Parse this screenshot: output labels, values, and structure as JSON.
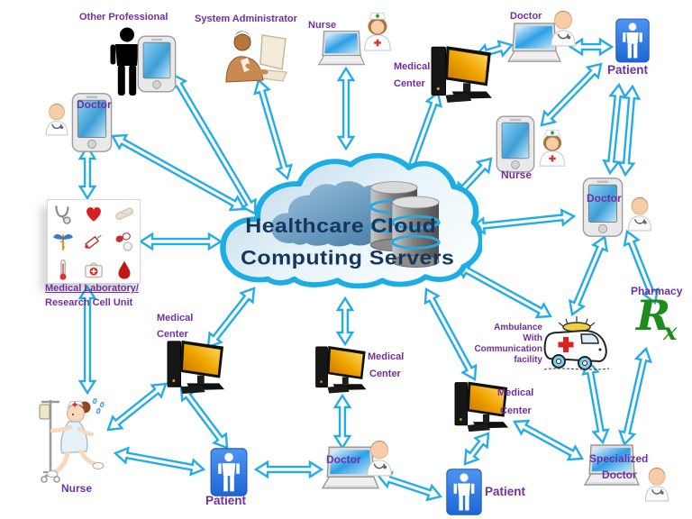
{
  "colors": {
    "arrow_cyan": "#24ACE6",
    "label_purple": "#7030A0",
    "title_navy": "#17365D",
    "patient_sign_blue": "#2E7FE3",
    "rx_green": "#1C8C1C",
    "monitor_orange": "#F0A500",
    "cloud_border": "#1CADE4"
  },
  "nodes": {
    "cloud": {
      "line1": "Healthcare  Cloud",
      "line2": "Computing Servers"
    },
    "other_professional": {
      "label": "Other Professional"
    },
    "system_administrator": {
      "label": "System Administrator"
    },
    "nurse_top": {
      "label": "Nurse"
    },
    "medical_center_top": {
      "line1": "Medical",
      "line2": "Center"
    },
    "doctor_top": {
      "label": "Doctor"
    },
    "patient_top": {
      "label": "Patient"
    },
    "nurse_right": {
      "label": "Nurse"
    },
    "doctor_right": {
      "label": "Doctor"
    },
    "pharmacy": {
      "label": "Pharmacy",
      "symbol_r": "R",
      "symbol_x": "x"
    },
    "ambulance": {
      "line1": "Ambulance",
      "line2": "With",
      "line3": "Communication",
      "line4": "facility"
    },
    "specialized_doctor": {
      "line1": "Specialized",
      "line2": "Doctor"
    },
    "medical_center_right": {
      "line1": "Medical",
      "line2": "Center"
    },
    "patient_bottom_right": {
      "label": "Patient"
    },
    "doctor_bottom": {
      "label": "Doctor"
    },
    "medical_center_mid": {
      "line1": "Medical",
      "line2": "Center"
    },
    "medical_center_left": {
      "line1": "Medical",
      "line2": "Center"
    },
    "patient_bottom_left": {
      "label": "Patient"
    },
    "nurse_bottom": {
      "label": "Nurse"
    },
    "medical_lab": {
      "line1": "Medical Laboratory/",
      "line2": "Research Cell Unit"
    },
    "doctor_left": {
      "label": "Doctor"
    }
  },
  "diagram": {
    "arrow_style": {
      "stroke": "#24ACE6",
      "fill": "#FFFFFF",
      "stroke_width": 2.4,
      "shaft_half": 2.9,
      "head_half": 8.2,
      "head_len": 13
    },
    "connections": [
      {
        "from": "doctor_left",
        "to": "medical_lab",
        "pts": [
          97,
          163,
          97,
          220
        ]
      },
      {
        "from": "doctor_left",
        "to": "cloud",
        "pts": [
          125,
          151,
          271,
          232
        ]
      },
      {
        "from": "other_professional",
        "to": "cloud",
        "pts": [
          192,
          83,
          283,
          237
        ]
      },
      {
        "from": "system_administrator",
        "to": "cloud",
        "pts": [
          287,
          89,
          319,
          198
        ]
      },
      {
        "from": "medical_lab",
        "to": "cloud",
        "pts": [
          156,
          268,
          245,
          268
        ]
      },
      {
        "from": "nurse_top",
        "to": "cloud",
        "pts": [
          384,
          76,
          384,
          165
        ]
      },
      {
        "from": "medical_center_top",
        "to": "cloud",
        "pts": [
          486,
          103,
          452,
          197
        ]
      },
      {
        "from": "medical_center_top",
        "to": "doctor_top",
        "pts": [
          528,
          62,
          568,
          50
        ]
      },
      {
        "from": "doctor_top",
        "to": "patient_top",
        "pts": [
          633,
          52,
          679,
          52
        ]
      },
      {
        "from": "patient_top",
        "to": "nurse_right",
        "pts": [
          667,
          71,
          601,
          139
        ]
      },
      {
        "from": "patient_top",
        "to": "doctor_right",
        "pts": [
          687,
          94,
          677,
          192
        ]
      },
      {
        "from": "patient_top",
        "to": "doctor_right",
        "pts": [
          702,
          96,
          694,
          194
        ]
      },
      {
        "from": "cloud",
        "to": "nurse_right",
        "pts": [
          506,
          218,
          545,
          176
        ]
      },
      {
        "from": "cloud",
        "to": "doctor_right",
        "pts": [
          524,
          252,
          637,
          240
        ]
      },
      {
        "from": "medical_lab",
        "to": "nurse_bottom",
        "pts": [
          97,
          318,
          97,
          436
        ]
      },
      {
        "from": "cloud",
        "to": "medical_center_left",
        "pts": [
          282,
          320,
          231,
          385
        ]
      },
      {
        "from": "nurse_bottom",
        "to": "medical_center_left",
        "pts": [
          120,
          477,
          184,
          426
        ]
      },
      {
        "from": "nurse_bottom",
        "to": "patient_bottom_left",
        "pts": [
          128,
          503,
          226,
          521
        ]
      },
      {
        "from": "medical_center_left",
        "to": "patient_bottom_left",
        "pts": [
          201,
          429,
          252,
          497
        ]
      },
      {
        "from": "patient_bottom_left",
        "to": "doctor_bottom",
        "pts": [
          284,
          521,
          357,
          521
        ]
      },
      {
        "from": "cloud",
        "to": "medical_center_mid",
        "pts": [
          383,
          331,
          383,
          382
        ]
      },
      {
        "from": "medical_center_mid",
        "to": "doctor_bottom",
        "pts": [
          380,
          439,
          380,
          497
        ]
      },
      {
        "from": "doctor_bottom",
        "to": "patient_bottom_right",
        "pts": [
          420,
          528,
          489,
          551
        ]
      },
      {
        "from": "patient_bottom_right",
        "to": "medical_center_right",
        "pts": [
          516,
          515,
          542,
          481
        ]
      },
      {
        "from": "cloud",
        "to": "medical_center_right",
        "pts": [
          473,
          321,
          527,
          421
        ]
      },
      {
        "from": "cloud",
        "to": "ambulance",
        "pts": [
          507,
          294,
          611,
          351
        ]
      },
      {
        "from": "doctor_right",
        "to": "ambulance",
        "pts": [
          671,
          263,
          635,
          349
        ]
      },
      {
        "from": "doctor_right",
        "to": "pharmacy",
        "pts": [
          696,
          257,
          727,
          336
        ]
      },
      {
        "from": "ambulance",
        "to": "specialized_doctor",
        "pts": [
          653,
          401,
          669,
          491
        ]
      },
      {
        "from": "pharmacy",
        "to": "specialized_doctor",
        "pts": [
          717,
          387,
          693,
          493
        ]
      },
      {
        "from": "medical_center_right",
        "to": "specialized_doctor",
        "pts": [
          571,
          468,
          646,
          509
        ]
      }
    ]
  }
}
